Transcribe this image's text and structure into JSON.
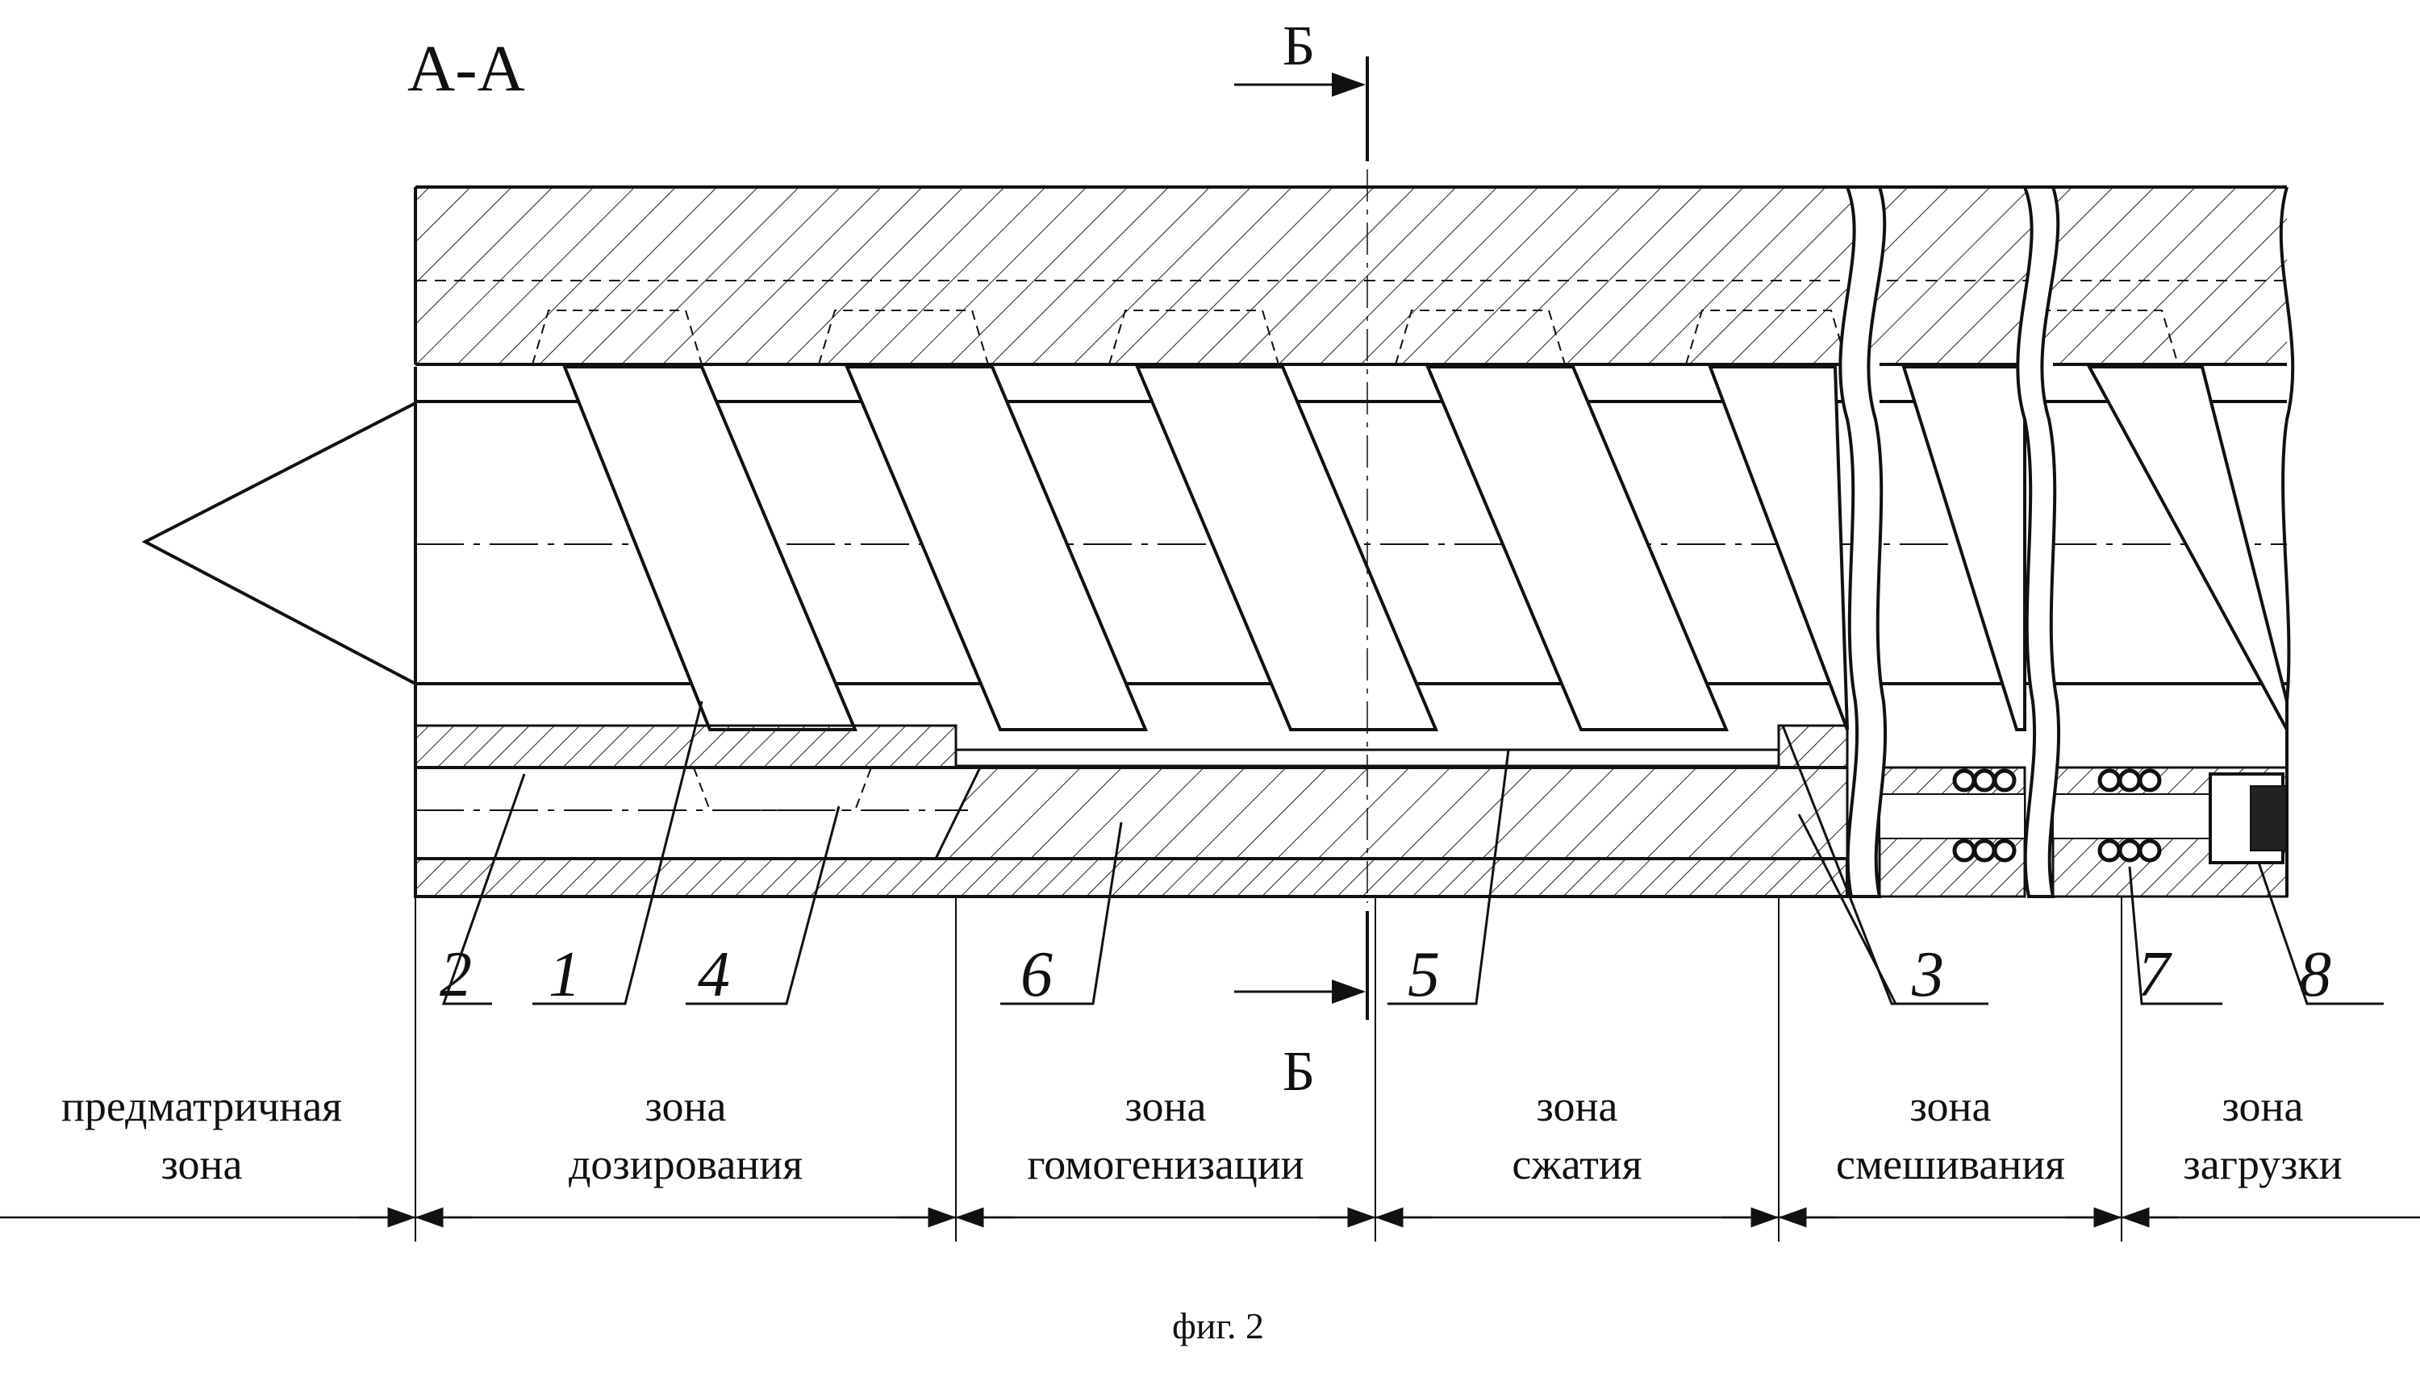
{
  "figure": {
    "section_title": "А-А",
    "cut_label_top": "Б",
    "cut_label_bottom": "Б",
    "caption": "фиг. 2"
  },
  "part_numbers": [
    "2",
    "1",
    "4",
    "6",
    "5",
    "3",
    "7",
    "8"
  ],
  "zones": [
    {
      "line1": "предматричная",
      "line2": "зона"
    },
    {
      "line1": "зона",
      "line2": "дозирования"
    },
    {
      "line1": "зона",
      "line2": "гомогенизации"
    },
    {
      "line1": "зона",
      "line2": "сжатия"
    },
    {
      "line1": "зона",
      "line2": "смешивания"
    },
    {
      "line1": "зона",
      "line2": "загрузки"
    }
  ]
}
